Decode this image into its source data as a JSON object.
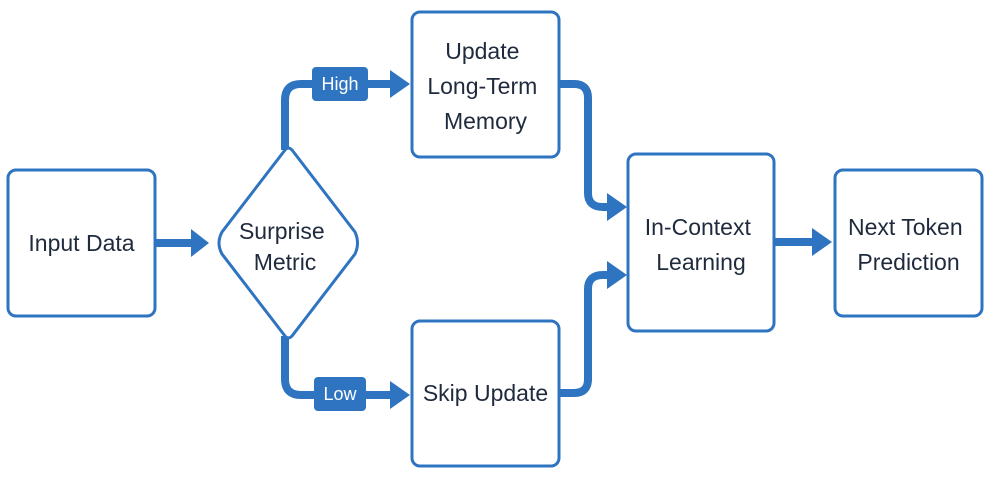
{
  "colors": {
    "accent": "#2e74c0",
    "box_border": "#2e74c0",
    "text": "#1f2a3d",
    "badge_text": "#ffffff"
  },
  "diagram": {
    "nodes": {
      "input": {
        "lines": [
          "Input Data"
        ]
      },
      "surprise": {
        "lines": [
          "Surprise",
          "Metric"
        ]
      },
      "update": {
        "lines": [
          "Update",
          "Long-Term",
          "Memory"
        ]
      },
      "skip": {
        "lines": [
          "Skip Update"
        ]
      },
      "context": {
        "lines": [
          "In-Context",
          "Learning"
        ]
      },
      "next": {
        "lines": [
          "Next Token",
          "Prediction"
        ]
      }
    },
    "badges": {
      "high": "High",
      "low": "Low"
    }
  }
}
